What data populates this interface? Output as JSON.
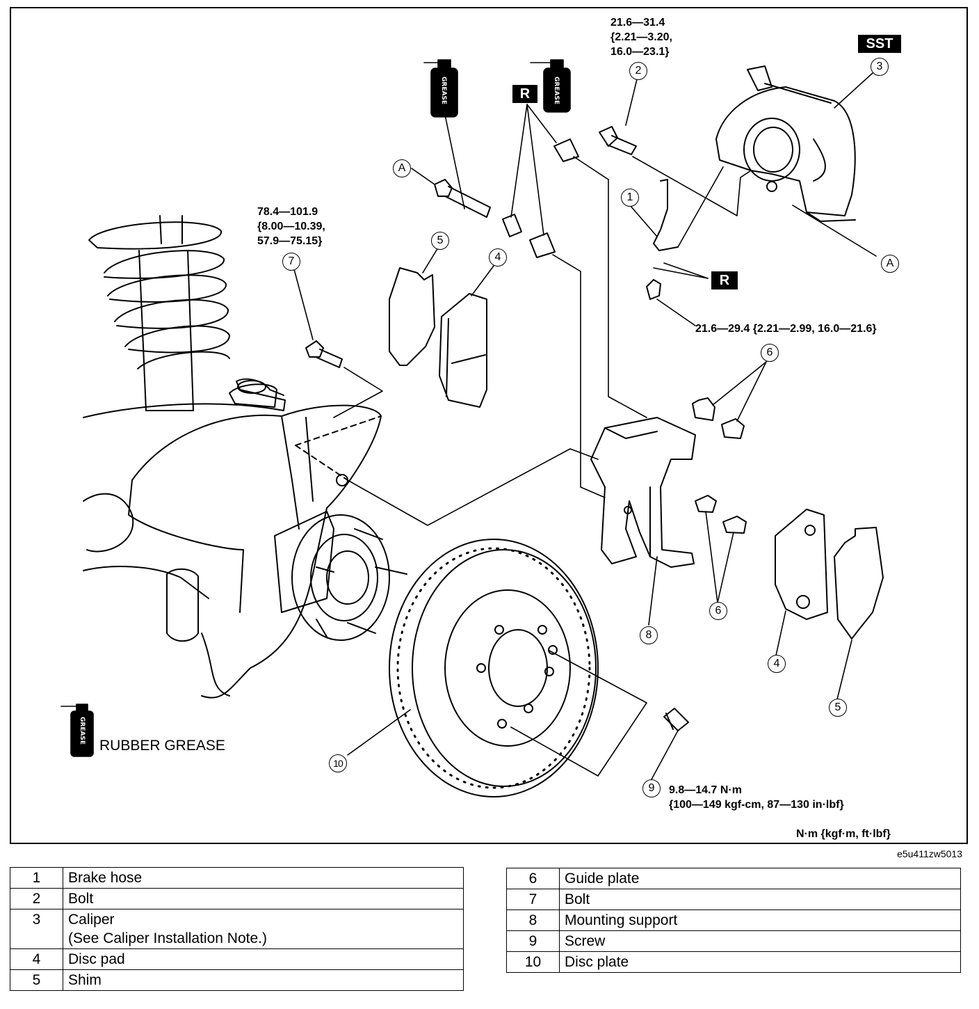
{
  "torque_specs": {
    "bolt2": [
      "21.6—31.4",
      "{2.21—3.20,",
      "16.0—23.1}"
    ],
    "bolt7": [
      "78.4—101.9",
      "{8.00—10.39,",
      "57.9—75.15}"
    ],
    "hose_bolt": "21.6—29.4 {2.21—2.99, 16.0—21.6}",
    "screw9": [
      "9.8—14.7 N·m",
      "{100—149 kgf-cm, 87—130 in·lbf}"
    ],
    "units": "N·m {kgf·m, ft·lbf}"
  },
  "tags": {
    "sst": "SST",
    "replace": "R",
    "point_a": "A",
    "grease": "GREASE"
  },
  "callouts": [
    "1",
    "2",
    "3",
    "4",
    "5",
    "6",
    "7",
    "8",
    "9",
    "10"
  ],
  "legend": {
    "rubber_grease": "RUBBER GREASE"
  },
  "figure_code": "e5u411zw5013",
  "parts_table_left": [
    {
      "num": "1",
      "name": "Brake hose"
    },
    {
      "num": "2",
      "name": "Bolt"
    },
    {
      "num": "3",
      "name": "Caliper",
      "note": "(See Caliper Installation Note.)"
    },
    {
      "num": "4",
      "name": "Disc pad"
    },
    {
      "num": "5",
      "name": "Shim"
    }
  ],
  "parts_table_right": [
    {
      "num": "6",
      "name": "Guide plate"
    },
    {
      "num": "7",
      "name": "Bolt"
    },
    {
      "num": "8",
      "name": "Mounting support"
    },
    {
      "num": "9",
      "name": "Screw"
    },
    {
      "num": "10",
      "name": "Disc plate"
    }
  ]
}
